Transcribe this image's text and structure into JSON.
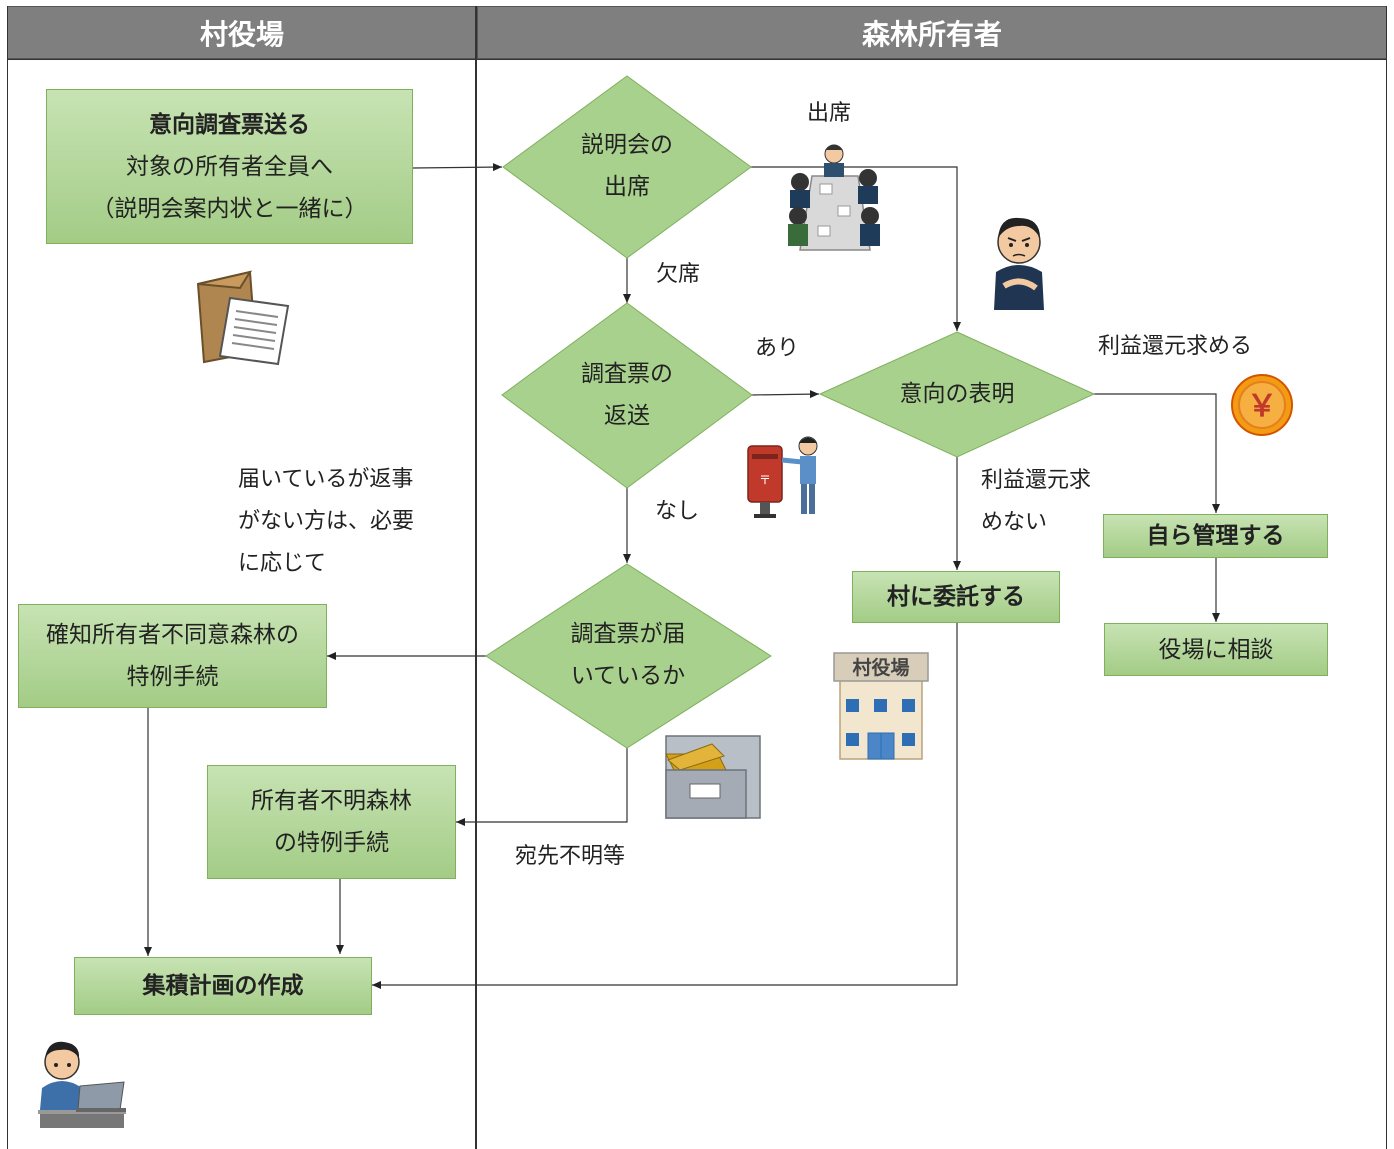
{
  "lanes": {
    "left": "村役場",
    "right": "森林所有者"
  },
  "boxes": {
    "survey": {
      "line1": "意向調査票送る",
      "line2": "対象の所有者全員へ",
      "line3": "（説明会案内状と一緒に）"
    },
    "special_known": {
      "line1": "確知所有者不同意森林の",
      "line2": "特例手続"
    },
    "special_unknown": {
      "line1": "所有者不明森林",
      "line2": "の特例手続"
    },
    "plan": "集積計画の作成",
    "entrust": "村に委託する",
    "self_manage": "自ら管理する",
    "consult": "役場に相談"
  },
  "diamonds": {
    "attend": {
      "line1": "説明会の",
      "line2": "出席"
    },
    "reply": {
      "line1": "調査票の",
      "line2": "返送"
    },
    "intent": "意向の表明",
    "delivered": {
      "line1": "調査票が届",
      "line2": "いているか"
    }
  },
  "labels": {
    "attend_yes": "出席",
    "attend_no": "欠席",
    "reply_yes": "あり",
    "reply_no": "なし",
    "want_profit": "利益還元求める",
    "no_profit_1": "利益還元求",
    "no_profit_2": "めない",
    "note_1": "届いているが返事",
    "note_2": "がない方は、必要",
    "note_3": "に応じて",
    "unknown_address": "宛先不明等"
  },
  "illustrations": {
    "office_sign": "村役場",
    "yen": "￥"
  },
  "colors": {
    "box_fill": "#a9d18e",
    "box_border": "#7fb05c",
    "header_fill": "#7f7f7f"
  }
}
